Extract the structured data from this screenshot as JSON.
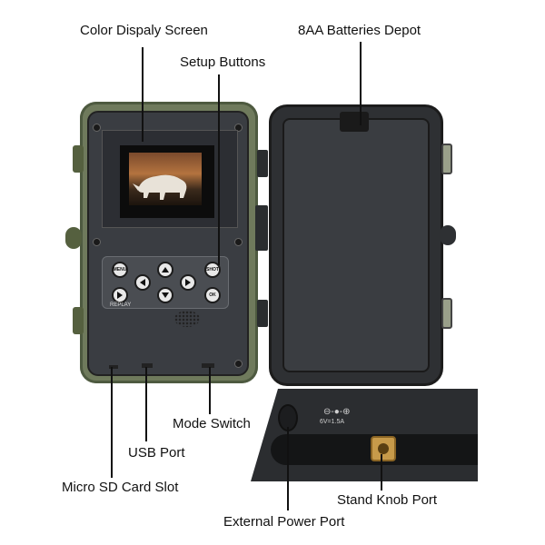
{
  "labels": {
    "color_display_screen": "Color Dispaly Screen",
    "setup_buttons": "Setup Buttons",
    "batteries_depot": "8AA Batteries Depot",
    "mode_switch": "Mode Switch",
    "usb_port": "USB Port",
    "micro_sd_slot": "Micro SD Card Slot",
    "stand_knob_port": "Stand Knob Port",
    "external_power_port": "External Power Port"
  },
  "keypad": {
    "menu": "MENU",
    "shot": "SHOT",
    "ok": "OK",
    "replay": "REPLAY"
  },
  "power_rating": "6V=1.5A"
}
